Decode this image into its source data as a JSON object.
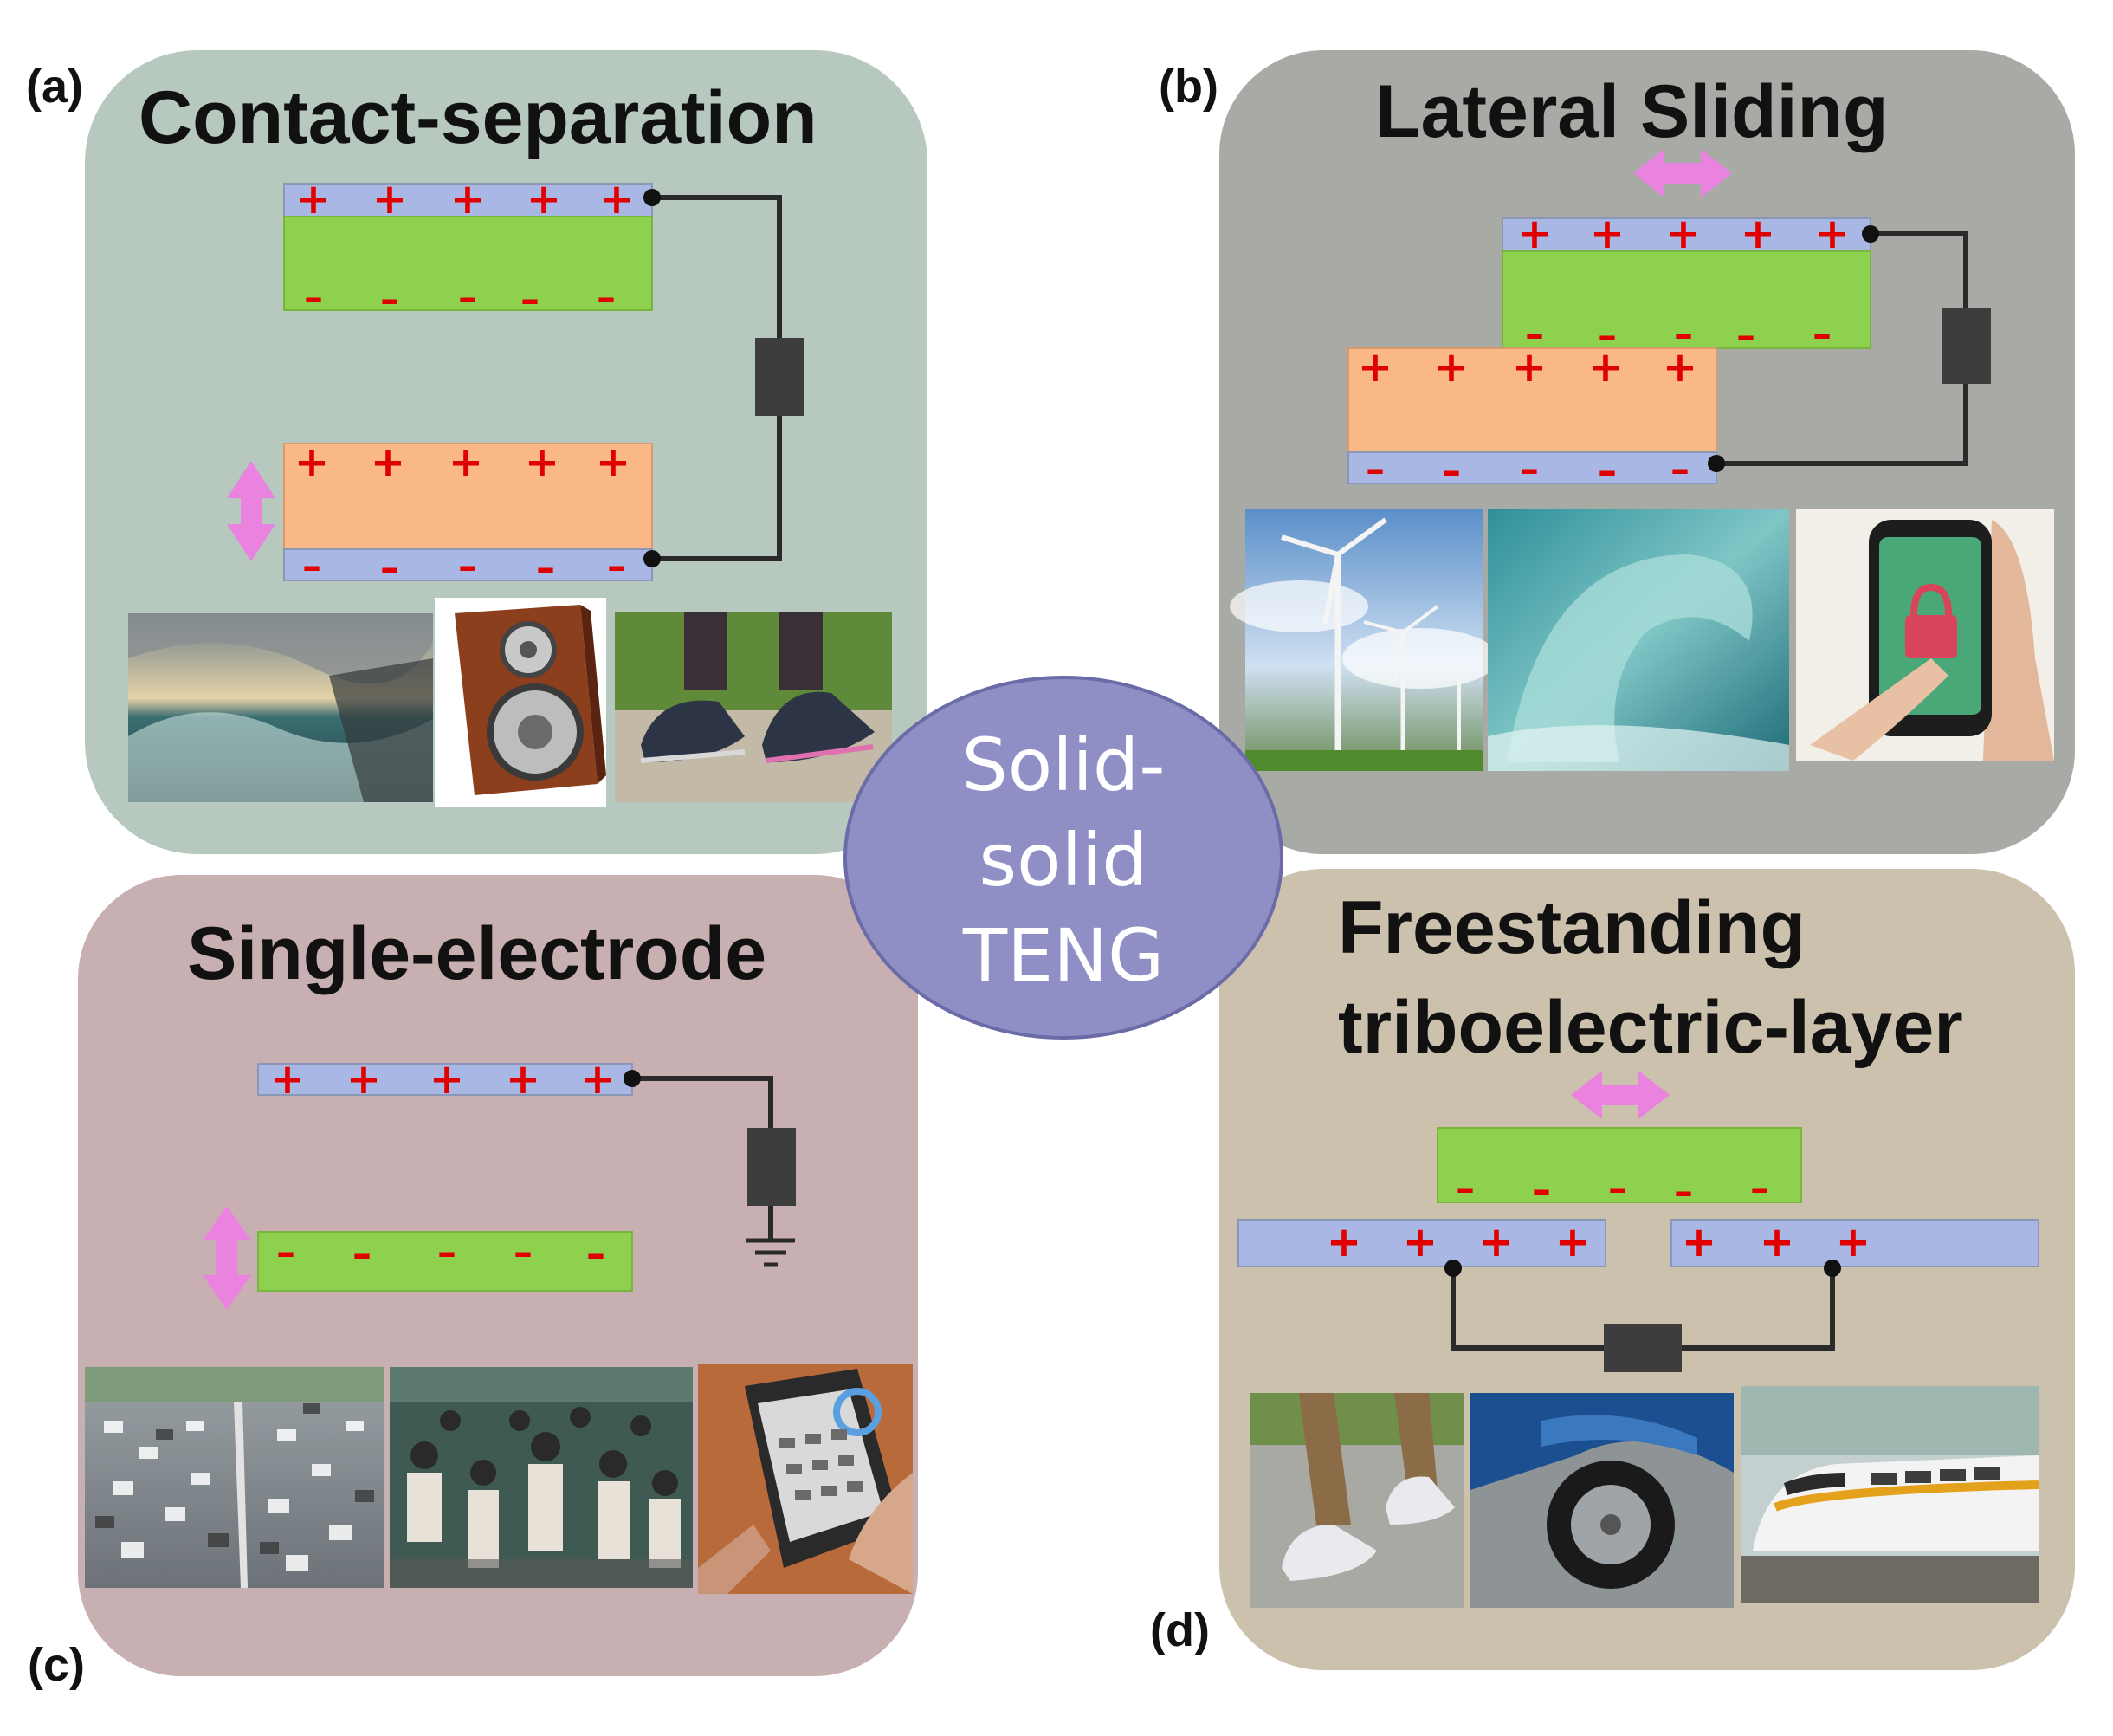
{
  "colors": {
    "panel_a": "#b7c9bf",
    "panel_b": "#a8aaa6",
    "panel_c": "#c8afb1",
    "panel_d": "#cbc1ad",
    "center": "#8f8fc6",
    "electrode": "#a8b7e4",
    "dielectric_green": "#8ed14f",
    "dielectric_orange": "#f9b886",
    "load": "#3d3d3d",
    "wire": "#2a2a2a",
    "charge": "#e00000",
    "arrow": "#ea82e0"
  },
  "center": {
    "lines": [
      "Solid-",
      "solid",
      "TENG"
    ]
  },
  "panels": {
    "a": {
      "label": "(a)",
      "title": "Contact-separation",
      "photos": [
        "ocean-waves-photo",
        "loudspeaker-photo",
        "walking-shoes-photo"
      ],
      "charges": {
        "top_plus": "+ + + + +",
        "green_minus": "– – – – –",
        "orange_plus": "+ + + + +",
        "bottom_minus": "– – – – –"
      }
    },
    "b": {
      "label": "(b)",
      "title": "Lateral Sliding",
      "photos": [
        "wind-turbines-photo",
        "ocean-wave-photo",
        "smartphone-touch-photo"
      ]
    },
    "c": {
      "label": "(c)",
      "title": "Single-electrode",
      "photos": [
        "highway-traffic-photo",
        "crowd-photo",
        "touch-keypad-photo"
      ]
    },
    "d": {
      "label": "(d)",
      "title_lines": [
        "Freestanding",
        "triboelectric-layer"
      ],
      "photos": [
        "walking-feet-photo",
        "car-wheel-photo",
        "high-speed-train-photo"
      ]
    }
  }
}
